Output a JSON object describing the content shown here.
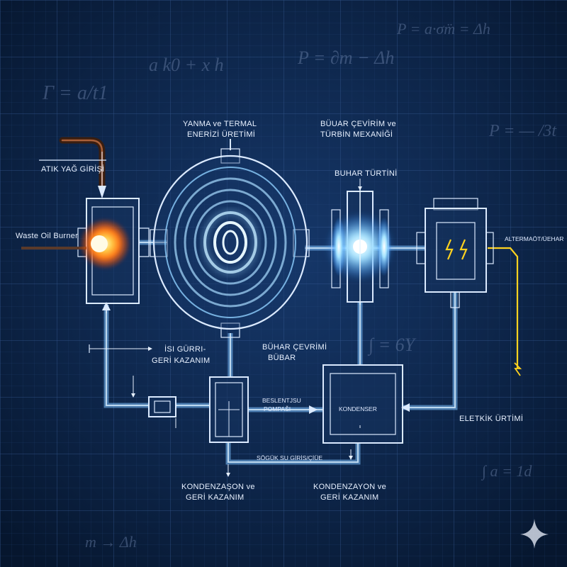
{
  "labels": {
    "oil_inlet": "ATIK YAĞ GİRİŞİ",
    "burner": "Waste Oil Burner",
    "combustion_line1": "YANMA ve TERMAL",
    "combustion_line2": "ENERİZİ ÜRETİMİ",
    "steam_cycle_line1": "BÜUAR ÇEVİRİM ve",
    "steam_cycle_line2": "TÜRBİN MEXANİĞİ",
    "steam_turbine": "BUHAR TÜRTİNİ",
    "alternator": "ALTERMAÖT/ÜEHAR",
    "heat_recovery_line1": "İSI GÜRRI-",
    "heat_recovery_line2": "GERİ KAZANIM",
    "steam_cycle2_line1": "BÜHAR ÇEVRİMİ",
    "steam_cycle2_line2": "BÜBAR",
    "feed_pump_line1": "BESLENTJSU",
    "feed_pump_line2": "POMPAŠI",
    "condenser": "KONDENSER",
    "electric": "ELETKİK ÜRTİMİ",
    "cooling_water": "SÖGÜK SU GİRİS/ÇİÜE",
    "condensation_left_line1": "KONDENZAŞON ve",
    "condensation_left_line2": "GERİ KAZANIM",
    "condensation_right_line1": "KONDENZAYON ve",
    "condensation_right_line2": "GERİ KAZANIM"
  },
  "equations": {
    "eq1": "P = a·σm̈ = Δh",
    "eq2": "P = ∂m − Δh",
    "eq3": "a  k0 + x h",
    "eq4": "Γ = a/t1",
    "eq5": "P = — /3t",
    "eq6": "∫ = 6Y",
    "eq7": "∫ a = 1d",
    "eq8": "m → Δh"
  },
  "colors": {
    "background": "#0b2246",
    "grid": "#2c4f86",
    "pipe": "#7fc2ff",
    "outline": "#dbeaff",
    "flame": "#ff8a1f",
    "glow": "#9fdcff",
    "electric": "#ffd21f"
  },
  "icons": {
    "flame": "flame-icon",
    "turbine_glow": "turbine-glow-icon",
    "lightning": "lightning-icon",
    "sparkle": "sparkle-icon"
  }
}
